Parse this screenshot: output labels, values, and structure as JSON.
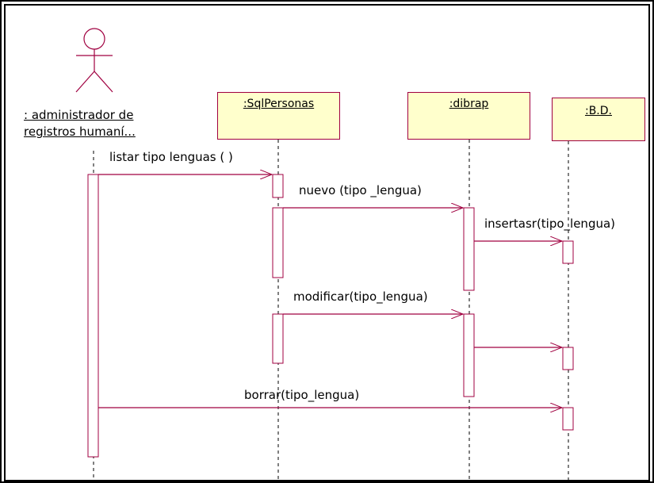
{
  "diagram": {
    "actor": {
      "name_line1": ": administrador de",
      "name_line2": "registros humaní..."
    },
    "objects": [
      {
        "id": "sqlpersonas",
        "name": ":SqlPersonas"
      },
      {
        "id": "dibrap",
        "name": ":dibrap"
      },
      {
        "id": "bd",
        "name": ":B.D."
      }
    ],
    "messages": [
      {
        "id": "m1",
        "label": "listar tipo lenguas ( )",
        "from": "actor",
        "to": "sqlpersonas"
      },
      {
        "id": "m2",
        "label": "nuevo (tipo _lengua)",
        "from": "sqlpersonas",
        "to": "dibrap"
      },
      {
        "id": "m3",
        "label": "insertasr(tipo_lengua)",
        "from": "dibrap",
        "to": "bd"
      },
      {
        "id": "m4",
        "label": "modificar(tipo_lengua)",
        "from": "sqlpersonas",
        "to": "dibrap"
      },
      {
        "id": "m5",
        "label": "",
        "from": "dibrap",
        "to": "bd"
      },
      {
        "id": "m6",
        "label": "borrar(tipo_lengua)",
        "from": "actor",
        "to": "bd"
      }
    ],
    "colors": {
      "line": "#a00040",
      "object_fill": "#ffffcc",
      "border": "#000000"
    }
  }
}
